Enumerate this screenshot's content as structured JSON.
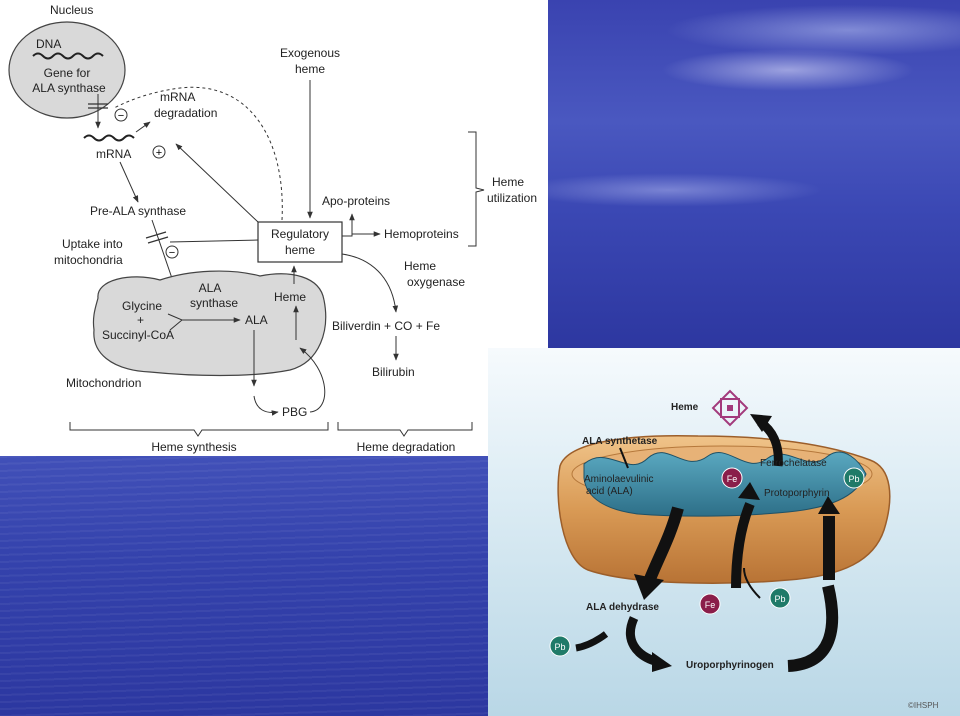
{
  "heme_pathway_diagram": {
    "nucleus": "Nucleus",
    "dna": "DNA",
    "gene_line1": "Gene for",
    "gene_line2": "ALA synthase",
    "mrna": "mRNA",
    "mrna_degradation_line1": "mRNA",
    "mrna_degradation_line2": "degradation",
    "pre_ala_synthase": "Pre-ALA synthase",
    "uptake_line1": "Uptake into",
    "uptake_line2": "mitochondria",
    "exogenous_line1": "Exogenous",
    "exogenous_line2": "heme",
    "regulatory_line1": "Regulatory",
    "regulatory_line2": "heme",
    "apo_proteins": "Apo-proteins",
    "hemoproteins": "Hemoproteins",
    "heme_utilization_line1": "Heme",
    "heme_utilization_line2": "utilization",
    "heme_oxygenase_line1": "Heme",
    "heme_oxygenase_line2": "oxygenase",
    "biliverdin": "Biliverdin + CO + Fe",
    "bilirubin": "Bilirubin",
    "glycine": "Glycine",
    "plus": "+",
    "succinyl_coa": "Succinyl-CoA",
    "ala_synthase_line1": "ALA",
    "ala_synthase_line2": "synthase",
    "ala": "ALA",
    "heme": "Heme",
    "mitochondrion": "Mitochondrion",
    "pbg": "PBG",
    "heme_synthesis": "Heme synthesis",
    "heme_degradation": "Heme degradation",
    "minus_sign": "−",
    "plus_sign": "+"
  },
  "mitochondria_illustration": {
    "heme": "Heme",
    "ala_synthetase": "ALA synthetase",
    "aminolaevulinic_line1": "Aminolaevulinic",
    "aminolaevulinic_line2": "acid (ALA)",
    "ferrochelatase": "Ferrochelatase",
    "protoporphyrin": "Protoporphyrin",
    "ala_dehydrase": "ALA dehydrase",
    "uroporphyrinogen": "Uroporphyrinogen",
    "fe": "Fe",
    "pb": "Pb",
    "watermark": "©IHSPH"
  }
}
